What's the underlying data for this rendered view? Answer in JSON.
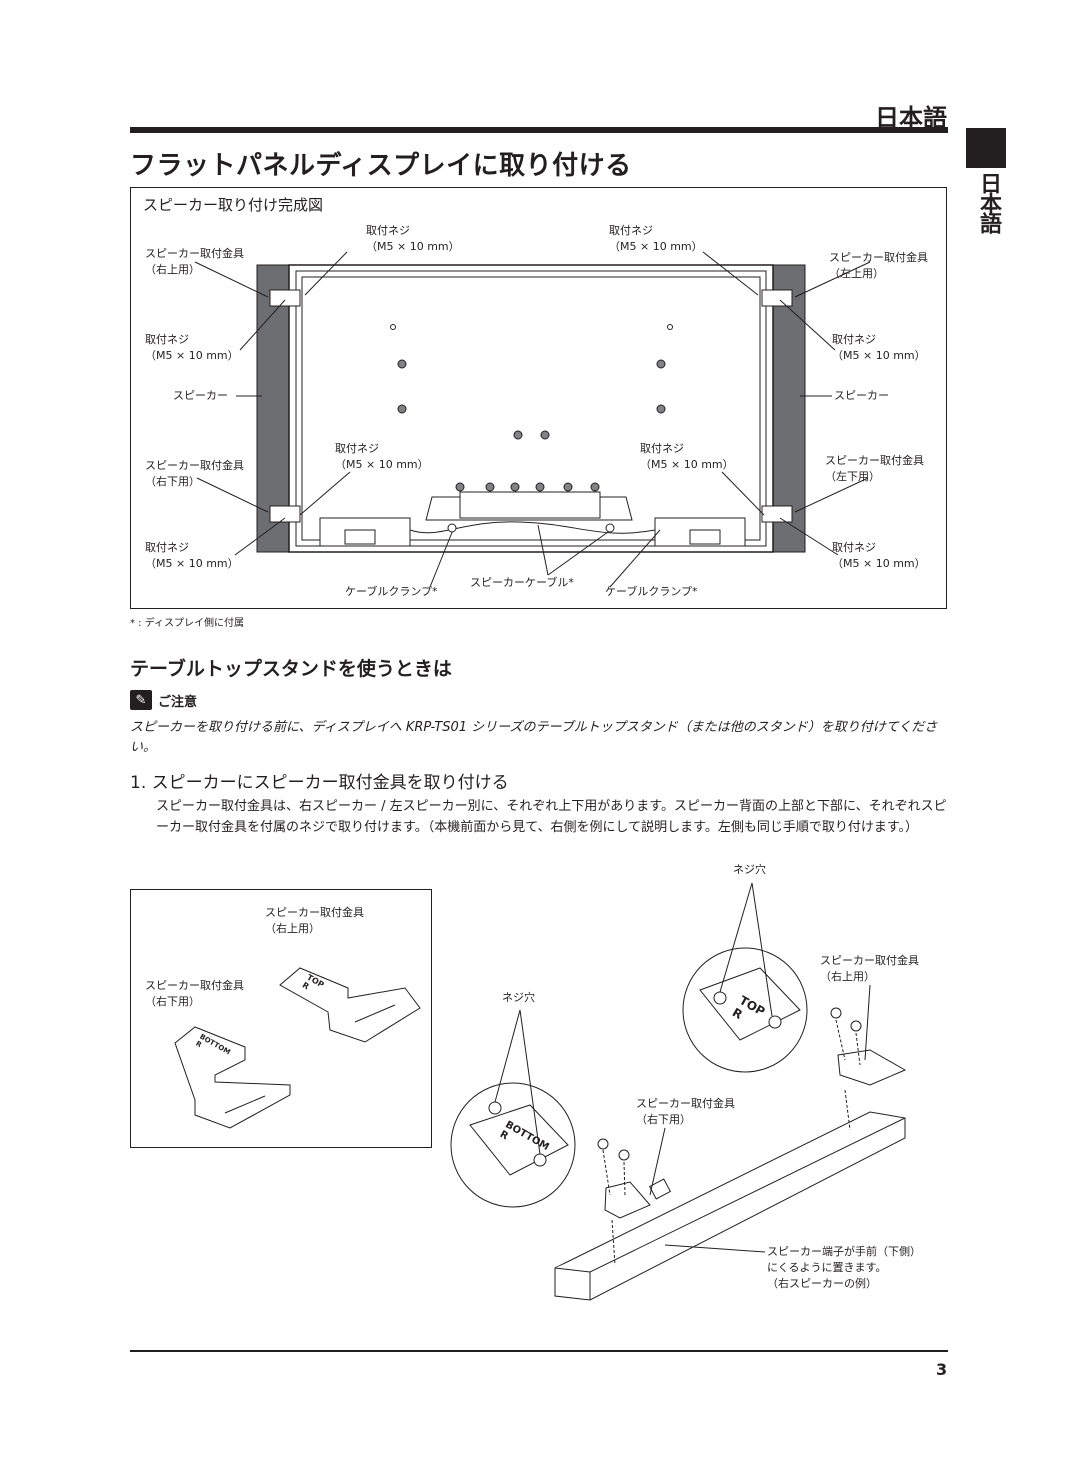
{
  "header": {
    "language_label": "日本語",
    "side_tab_label": "日本語"
  },
  "title": "フラットパネルディスプレイに取り付ける",
  "figure1": {
    "caption": "スピーカー取り付け完成図",
    "labels": {
      "screw_top_left": [
        "取付ネジ",
        "（M5 × 10 mm）"
      ],
      "screw_top_right": [
        "取付ネジ",
        "（M5 × 10 mm）"
      ],
      "bracket_upper_right": [
        "スピーカー取付金具",
        "（右上用）"
      ],
      "bracket_upper_left": [
        "スピーカー取付金具",
        "（左上用）"
      ],
      "screw_mid_left": [
        "取付ネジ",
        "（M5 × 10 mm）"
      ],
      "screw_mid_right": [
        "取付ネジ",
        "（M5 × 10 mm）"
      ],
      "speaker_left": "スピーカー",
      "speaker_right": "スピーカー",
      "screw_low_left": [
        "取付ネジ",
        "（M5 × 10 mm）"
      ],
      "screw_low_right": [
        "取付ネジ",
        "（M5 × 10 mm）"
      ],
      "bracket_lower_right": [
        "スピーカー取付金具",
        "（右下用）"
      ],
      "bracket_lower_left": [
        "スピーカー取付金具",
        "（左下用）"
      ],
      "screw_bottom_left": [
        "取付ネジ",
        "（M5 × 10 mm）"
      ],
      "screw_bottom_right": [
        "取付ネジ",
        "（M5 × 10 mm）"
      ],
      "cable_clamp_left": "ケーブルクランプ*",
      "speaker_cable": "スピーカーケーブル*",
      "cable_clamp_right": "ケーブルクランプ*"
    },
    "footnote": "* : ディスプレイ側に付属"
  },
  "section2": {
    "heading": "テーブルトップスタンドを使うときは",
    "caution_icon": "pencil-icon",
    "caution_label": "ご注意",
    "caution_text": "スピーカーを取り付ける前に、ディスプレイへ KRP-TS01 シリーズのテーブルトップスタンド（または他のスタンド）を取り付けてください。",
    "step1_title": "1. スピーカーにスピーカー取付金具を取り付ける",
    "step1_text": "スピーカー取付金具は、右スピーカー / 左スピーカー別に、それぞれ上下用があります。スピーカー背面の上部と下部に、それぞれスピーカー取付金具を付属のネジで取り付けます。（本機前面から見て、右側を例にして説明します。左側も同じ手順で取り付けます。）"
  },
  "figure2": {
    "bracket_upper": [
      "スピーカー取付金具",
      "（右上用）"
    ],
    "bracket_lower": [
      "スピーカー取付金具",
      "（右下用）"
    ],
    "top_mark": [
      "TOP",
      "R"
    ],
    "bottom_mark": [
      "BOTTOM",
      "R"
    ]
  },
  "figure3": {
    "screw_hole_top": "ネジ穴",
    "screw_hole_mid": "ネジ穴",
    "bracket_upper": [
      "スピーカー取付金具",
      "（右上用）"
    ],
    "bracket_lower": [
      "スピーカー取付金具",
      "（右下用）"
    ],
    "note": [
      "スピーカー端子が手前（下側）",
      "にくるように置きます。",
      "（右スピーカーの例）"
    ],
    "top_mark": [
      "TOP",
      "R"
    ],
    "bottom_mark": [
      "BOTTOM",
      "R"
    ]
  },
  "page_number": "3"
}
